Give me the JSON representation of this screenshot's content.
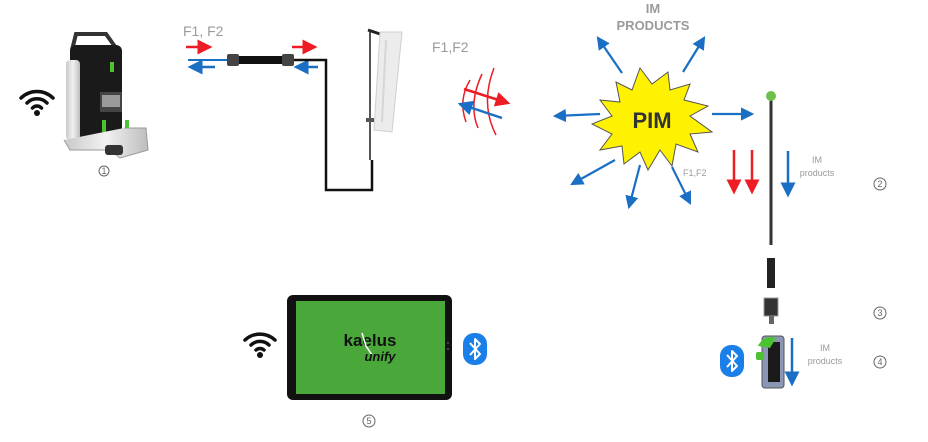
{
  "labels": {
    "f1f2_cable": "F1, F2",
    "f1f2_antenna": "F1,F2",
    "f1f2_pim": "F1,F2",
    "im_products_top_1": "IM",
    "im_products_top_2": "PRODUCTS",
    "pim": "PIM",
    "im_products_mid_1": "IM",
    "im_products_mid_2": "products",
    "im_products_low_1": "IM",
    "im_products_low_2": "products",
    "tablet_logo_1": "kaelus",
    "tablet_logo_2": "unify"
  },
  "callouts": [
    "1",
    "2",
    "3",
    "4",
    "5"
  ],
  "colors": {
    "forward": "#ee1c24",
    "reverse": "#1a6fc4",
    "pim_fill": "#fff200",
    "tablet_screen": "#4aa83b",
    "bluetooth": "#1a7fe8",
    "accent_green": "#4cc230"
  },
  "icons": [
    "wifi-icon",
    "bluetooth-icon"
  ]
}
